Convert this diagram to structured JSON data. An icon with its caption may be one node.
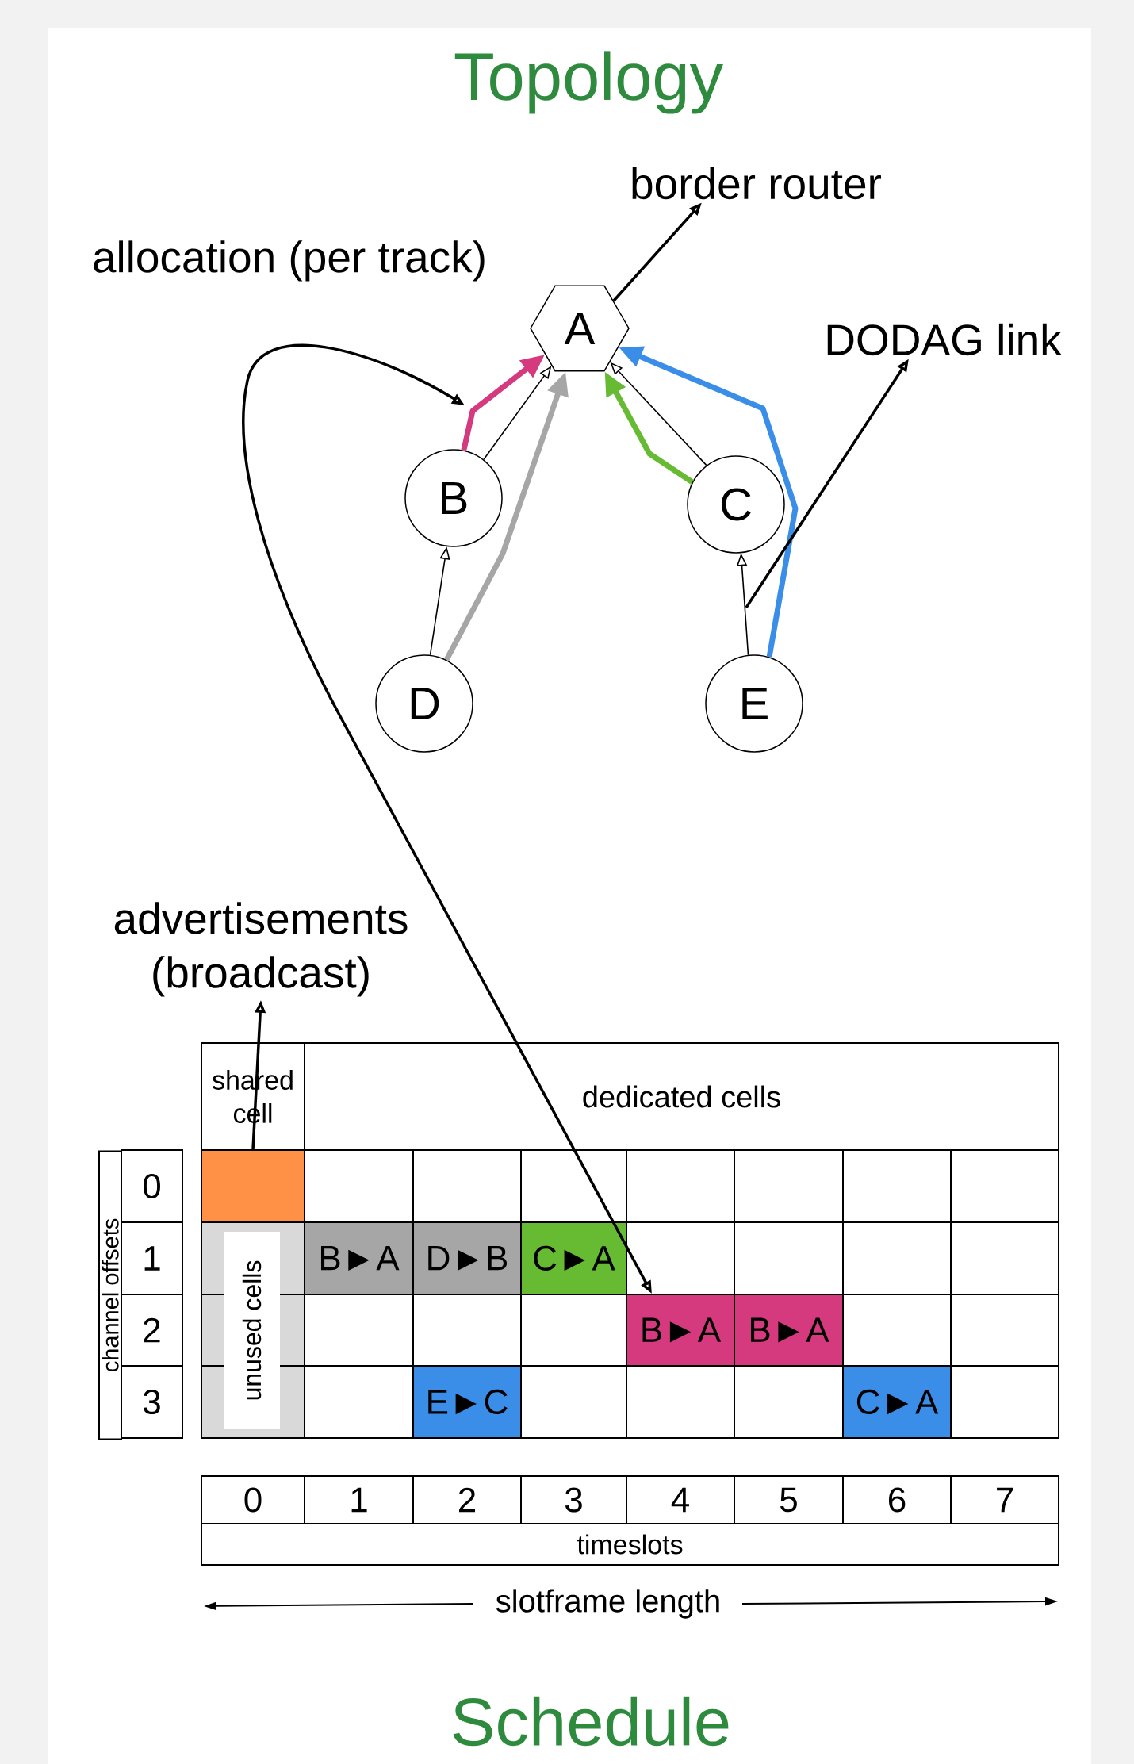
{
  "diagram": {
    "title": "Topology",
    "caption": "Schedule",
    "nodes": [
      {
        "text": [
          "border router"
        ]
      },
      {
        "text": [
          "A"
        ]
      },
      {
        "text": [
          "DODAG link"
        ]
      },
      {
        "text": [
          "B"
        ]
      },
      {
        "text": [
          "C"
        ]
      },
      {
        "text": [
          "D"
        ]
      },
      {
        "text": [
          "E"
        ]
      },
      {
        "text": [
          "advertisements (broadcast)"
        ]
      },
      {
        "text": [
          "shared cell"
        ]
      },
      {
        "text": [
          "dedicated cells"
        ]
      },
      {
        "text": [
          "channel offsets"
        ]
      },
      {
        "text": [
          "0"
        ]
      },
      {
        "text": [
          "1"
        ]
      },
      {
        "text": [
          "2"
        ]
      },
      {
        "text": [
          "3"
        ]
      },
      {
        "text": [],
        "shape": "box"
      },
      {
        "text": [
          "unused cells"
        ]
      },
      {
        "text": [
          "B►A"
        ]
      },
      {
        "text": [
          "D►B"
        ]
      },
      {
        "text": [
          "C►A"
        ]
      },
      {
        "text": [
          "B►A"
        ]
      },
      {
        "text": [
          "B►A"
        ]
      },
      {
        "text": [
          "E►C"
        ]
      },
      {
        "text": [
          "C►A"
        ]
      },
      {
        "text": [
          "0"
        ]
      },
      {
        "text": [
          "1"
        ]
      },
      {
        "text": [
          "2"
        ]
      },
      {
        "text": [
          "3"
        ]
      },
      {
        "text": [
          "4"
        ]
      },
      {
        "text": [
          "5"
        ]
      },
      {
        "text": [
          "6"
        ]
      },
      {
        "text": [
          "7"
        ]
      },
      {
        "text": [
          "timeslots"
        ]
      }
    ],
    "edges": [
      {
        "from": 1,
        "to": 0,
        "arrow": "to"
      },
      {
        "from": 3,
        "to": 1,
        "arrow": "to"
      },
      {
        "from": 4,
        "to": 1,
        "arrow": "to"
      },
      {
        "from": 5,
        "to": 3,
        "arrow": "to"
      },
      {
        "from": 6,
        "to": 4,
        "arrow": "to"
      },
      {
        "from": 3,
        "to": 1,
        "arrow": "to",
        "style": "thick",
        "color": "#d63a7e"
      },
      {
        "from": 5,
        "to": 1,
        "arrow": "to",
        "style": "thick",
        "color": "#a6a6a6"
      },
      {
        "from": 4,
        "to": 1,
        "arrow": "to",
        "style": "thick",
        "color": "#66bb33"
      },
      {
        "from": 6,
        "to": 1,
        "arrow": "to",
        "style": "thick",
        "color": "#3b8ee8"
      },
      {
        "from": null,
        "to": 2,
        "arrow": "to"
      },
      {
        "from": null,
        "to": 20,
        "arrow": "both"
      },
      {
        "from": 15,
        "to": 7,
        "arrow": "to"
      }
    ],
    "labels": [
      "allocation (per track)",
      "slotframe length"
    ]
  }
}
